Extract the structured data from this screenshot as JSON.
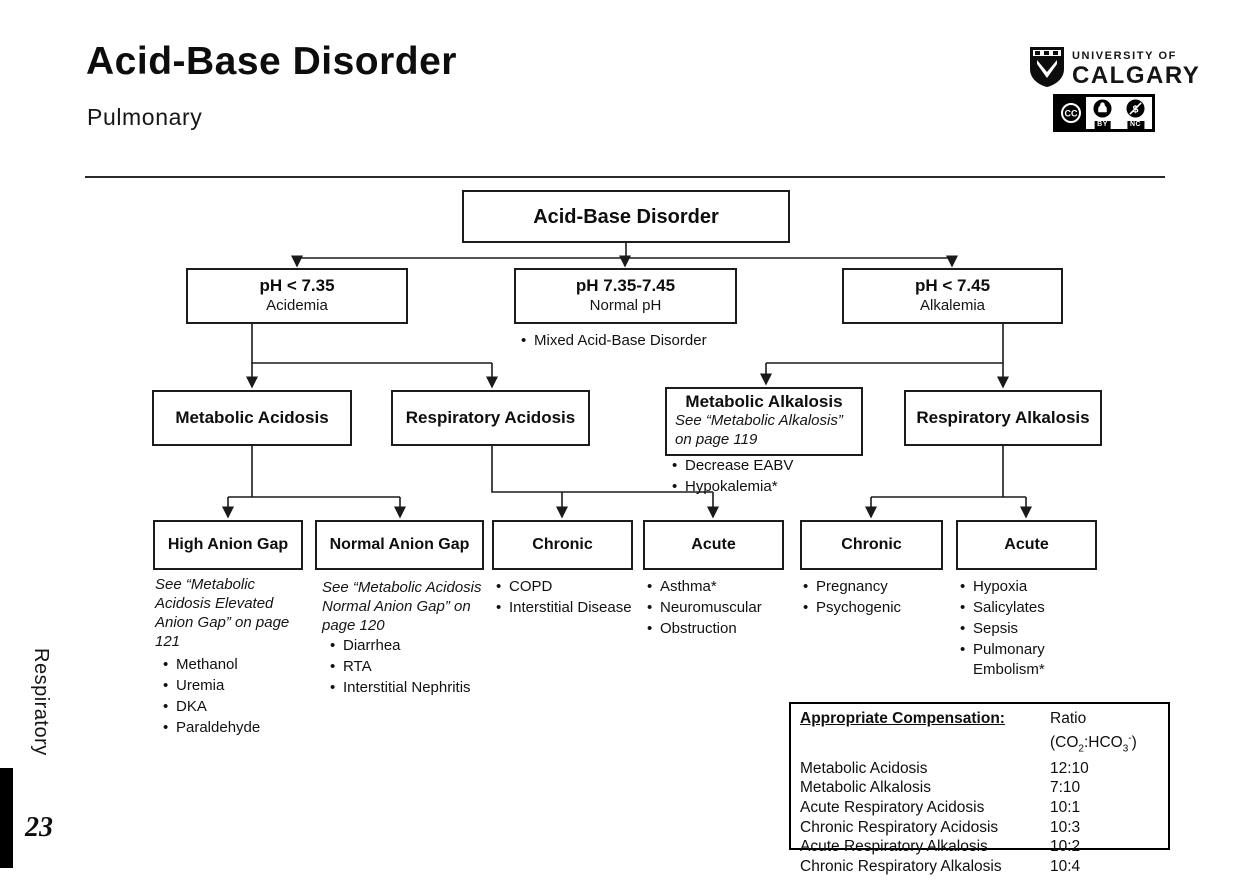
{
  "header": {
    "title": "Acid-Base Disorder",
    "subtitle": "Pulmonary",
    "university_logo": {
      "line1": "UNIVERSITY OF",
      "line2": "CALGARY"
    },
    "license": {
      "cc": "CC",
      "by": "BY",
      "nc": "NC"
    }
  },
  "sidebar": {
    "section_label": "Respiratory",
    "page_number": "23"
  },
  "flowchart": {
    "root": {
      "title": "Acid-Base Disorder"
    },
    "acidemia": {
      "title": "pH < 7.35",
      "subtitle": "Acidemia"
    },
    "normal_ph": {
      "title": "pH 7.35-7.45",
      "subtitle": "Normal pH",
      "items": [
        "Mixed Acid-Base Disorder"
      ]
    },
    "alkalemia": {
      "title": "pH < 7.45",
      "subtitle": "Alkalemia"
    },
    "metabolic_acidosis": {
      "title": "Metabolic Acidosis"
    },
    "respiratory_acidosis": {
      "title": "Respiratory Acidosis"
    },
    "metabolic_alkalosis": {
      "title": "Metabolic Alkalosis",
      "ref": "See “Metabolic Alkalosis” on page 119",
      "items": [
        "Decrease EABV",
        "Hypokalemia*"
      ]
    },
    "respiratory_alkalosis": {
      "title": "Respiratory Alkalosis"
    },
    "high_anion_gap": {
      "title": "High Anion Gap",
      "ref": "See “Metabolic Acidosis Elevated Anion Gap” on page 121",
      "items": [
        "Methanol",
        "Uremia",
        "DKA",
        "Paraldehyde"
      ]
    },
    "normal_anion_gap": {
      "title": "Normal Anion Gap",
      "ref": "See “Metabolic Acidosis Normal Anion Gap” on page 120",
      "items": [
        "Diarrhea",
        "RTA",
        "Interstitial Nephritis"
      ]
    },
    "chronic_resp_acidosis": {
      "title": "Chronic",
      "items": [
        "COPD",
        "Interstitial Disease"
      ]
    },
    "acute_resp_acidosis": {
      "title": "Acute",
      "items": [
        "Asthma*",
        "Neuromuscular",
        "Obstruction"
      ]
    },
    "chronic_resp_alkalosis": {
      "title": "Chronic",
      "items": [
        "Pregnancy",
        "Psychogenic"
      ]
    },
    "acute_resp_alkalosis": {
      "title": "Acute",
      "items": [
        "Hypoxia",
        "Salicylates",
        "Sepsis",
        "Pulmonary Embolism*"
      ]
    }
  },
  "compensation_table": {
    "header_label": "Appropriate Compensation:",
    "ratio": {
      "prefix": "Ratio (CO",
      "sub1": "2",
      "mid": ":HCO",
      "sub2": "3",
      "sup": "-",
      "suffix": ")"
    },
    "rows": [
      {
        "label": "Metabolic Acidosis",
        "value": "12:10"
      },
      {
        "label": "Metabolic Alkalosis",
        "value": "7:10"
      },
      {
        "label": "Acute Respiratory Acidosis",
        "value": "10:1"
      },
      {
        "label": "Chronic Respiratory Acidosis",
        "value": "10:3"
      },
      {
        "label": "Acute Respiratory Alkalosis",
        "value": "10:2"
      },
      {
        "label": "Chronic Respiratory Alkalosis",
        "value": "10:4"
      }
    ]
  }
}
